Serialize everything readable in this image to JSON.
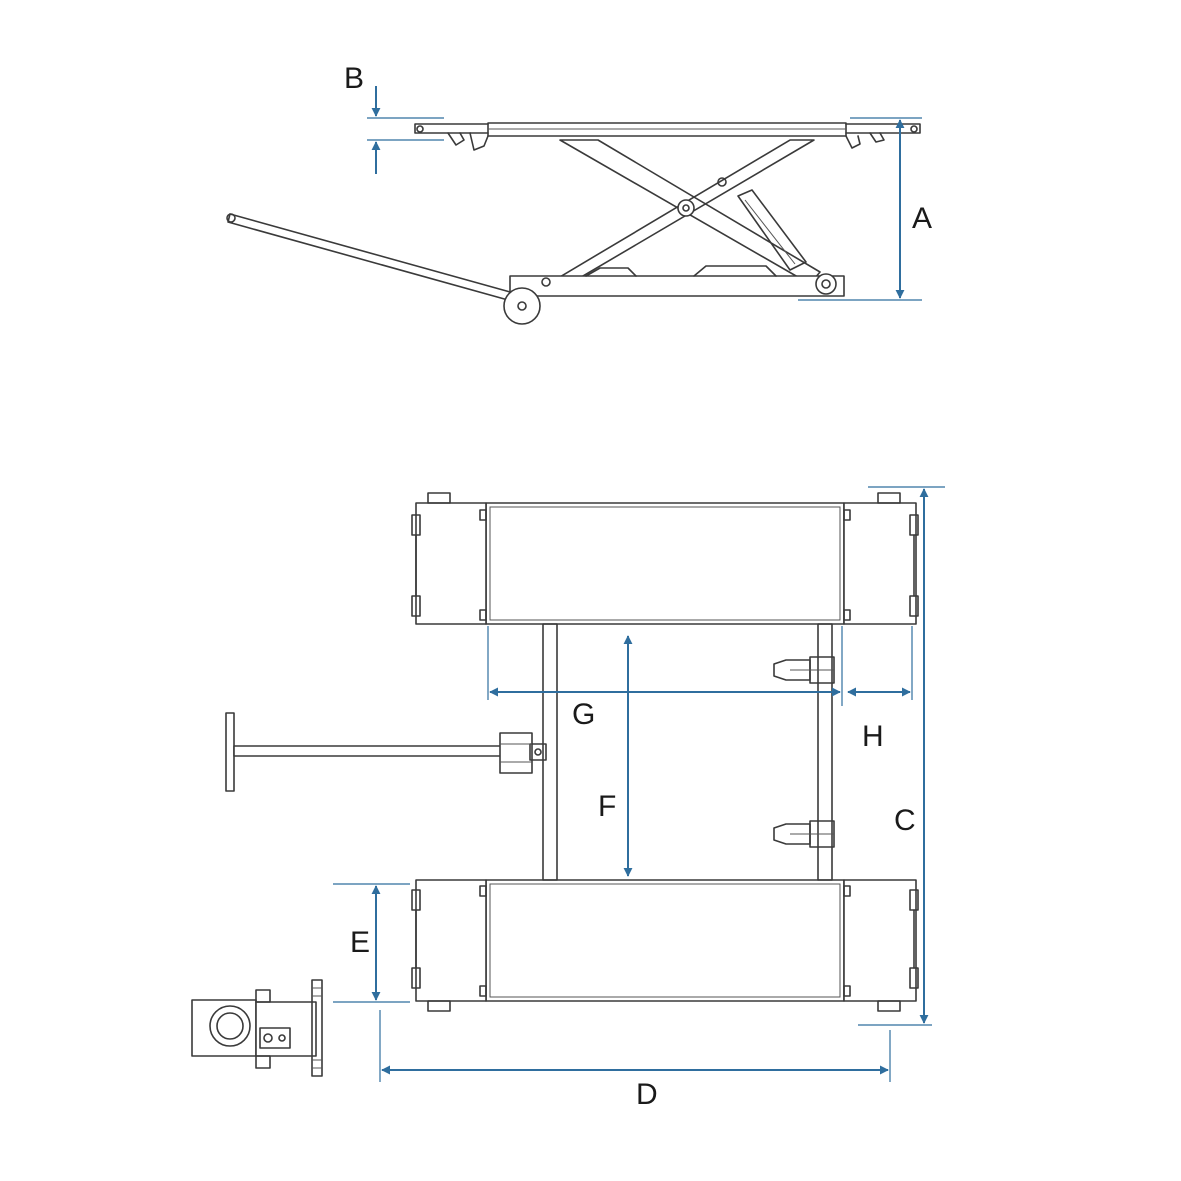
{
  "labels": {
    "a": "A",
    "b": "B",
    "c": "C",
    "d": "D",
    "e": "E",
    "f": "F",
    "g": "G",
    "h": "H"
  },
  "colors": {
    "dimension": "#2f6e9e",
    "linework": "#3a3a3a",
    "background": "#ffffff"
  }
}
